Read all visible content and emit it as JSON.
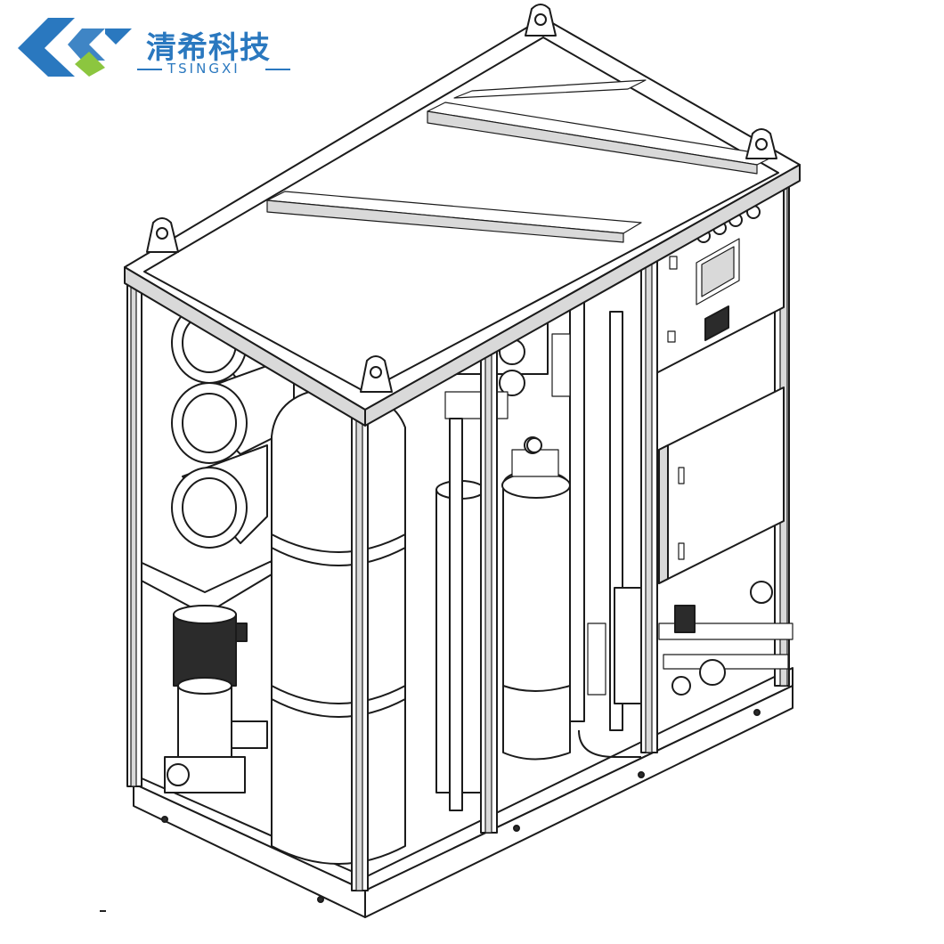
{
  "brand": {
    "name_cn": "清希科技",
    "name_en": "TSINGXI",
    "colors": {
      "primary": "#2a78bf",
      "accent": "#8cc63f"
    }
  },
  "figure": {
    "description_icon": "water-treatment-unit-line-drawing"
  },
  "footer_mark": "-"
}
